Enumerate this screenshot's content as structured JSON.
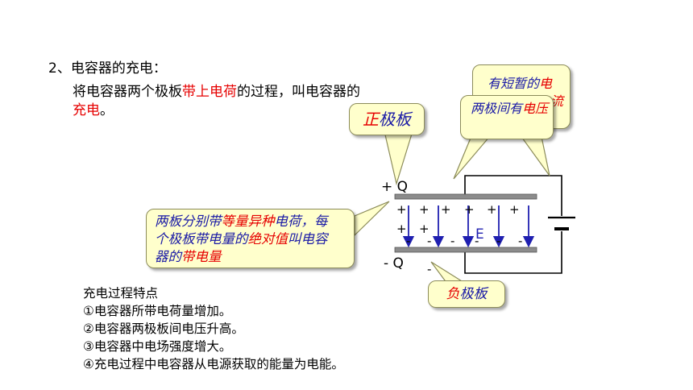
{
  "heading": "2、电容器的充电：",
  "description": {
    "part1": "将电容器两个极板",
    "highlight1": "带上电荷",
    "part2": "的过程，叫电容器的",
    "highlight2": "充电",
    "part3": "。"
  },
  "callouts": {
    "positive_plate": {
      "hl": "正",
      "rest": "极板"
    },
    "negative_plate": {
      "hl": "负",
      "rest": "极板"
    },
    "temporary_current": {
      "pre": "有短暂的",
      "hl": "电",
      "hl2": "流"
    },
    "voltage": {
      "pre": "两极间有",
      "hl": "电压"
    },
    "equal_charge": {
      "l1_pre": "两板分别带",
      "l1_hl": "等量异种",
      "l1_post": "电荷，每",
      "l2_pre": "个极板带电量的",
      "l2_hl": "绝对值",
      "l2_post": "叫电容",
      "l3_pre": "器的",
      "l3_hl": "带电量"
    }
  },
  "diagram": {
    "plus_q": "+ Q",
    "minus_q": "- Q",
    "field_label": "E",
    "plus_sign": "+",
    "minus_sign": "-"
  },
  "notes": {
    "title": "充电过程特点",
    "items": [
      "①电容器所带电荷量增加。",
      "②电容器两极板间电压升高。",
      "③电容器中电场强度增大。",
      "④充电过程中电容器从电源获取的能量为电能。"
    ]
  }
}
